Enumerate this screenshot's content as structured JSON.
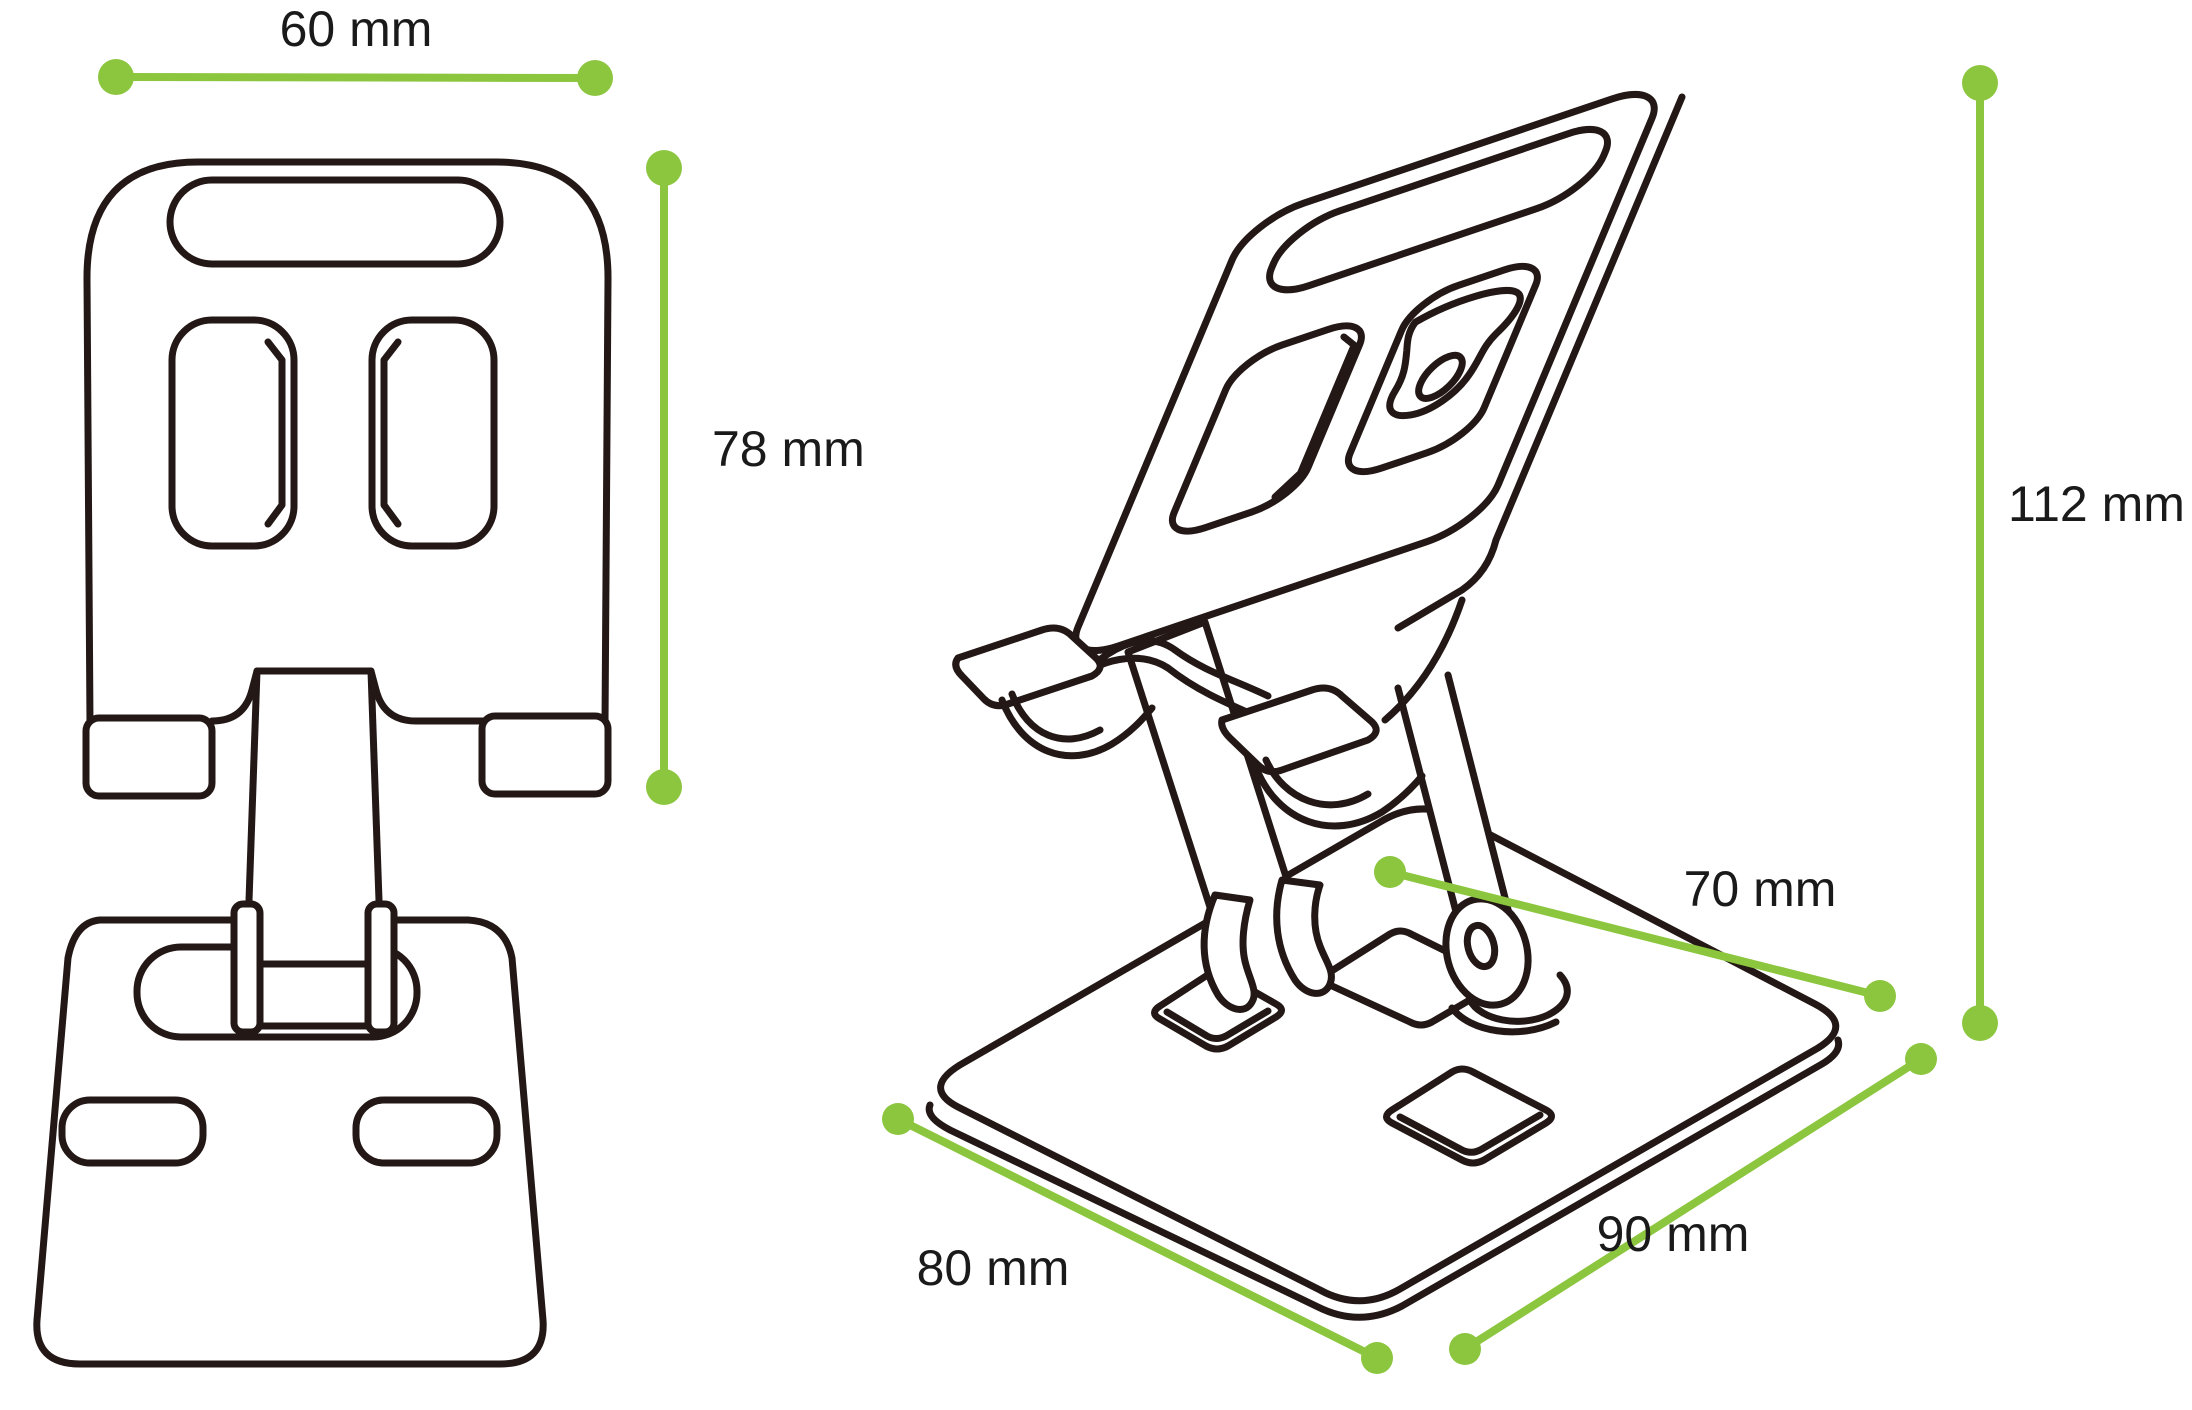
{
  "diagram": {
    "subject": "Foldable phone stand dimensional drawing",
    "views": {
      "front": {
        "name": "front view",
        "dims": {
          "width": {
            "label": "60 mm",
            "value": 60,
            "unit": "mm",
            "measures": "holder panel width"
          },
          "holder_height": {
            "label": "78 mm",
            "value": 78,
            "unit": "mm",
            "measures": "holder panel height"
          }
        }
      },
      "perspective": {
        "name": "perspective view",
        "dims": {
          "overall_height": {
            "label": "112 mm",
            "value": 112,
            "unit": "mm",
            "measures": "overall stand height"
          },
          "hinge_span": {
            "label": "70 mm",
            "value": 70,
            "unit": "mm",
            "measures": "hinge to base edge span"
          },
          "base_depth": {
            "label": "80 mm",
            "value": 80,
            "unit": "mm",
            "measures": "base depth"
          },
          "base_width": {
            "label": "90 mm",
            "value": 90,
            "unit": "mm",
            "measures": "base width"
          }
        }
      }
    }
  },
  "colors": {
    "dimension_line": "#8CC63F",
    "line_art": "#231815",
    "label_text": "#1A1A1A",
    "background": "#FFFFFF"
  }
}
